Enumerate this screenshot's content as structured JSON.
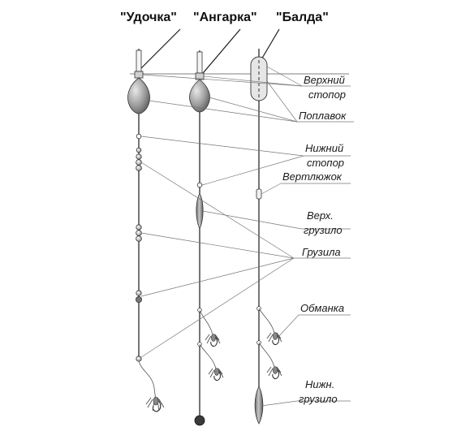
{
  "rigs": [
    {
      "title": "\"Удочка\""
    },
    {
      "title": "\"Ангарка\""
    },
    {
      "title": "\"Балда\""
    }
  ],
  "labels": {
    "upper_stopper_1": "Верхний",
    "upper_stopper_2": "стопор",
    "float": "Поплавок",
    "lower_stopper_1": "Нижний",
    "lower_stopper_2": "стопор",
    "swivel": "Вертлюжок",
    "upper_sinker_1": "Верх.",
    "upper_sinker_2": "грузило",
    "sinkers": "Грузила",
    "lure": "Обманка",
    "lower_sinker_1": "Нижн.",
    "lower_sinker_2": "грузило"
  }
}
